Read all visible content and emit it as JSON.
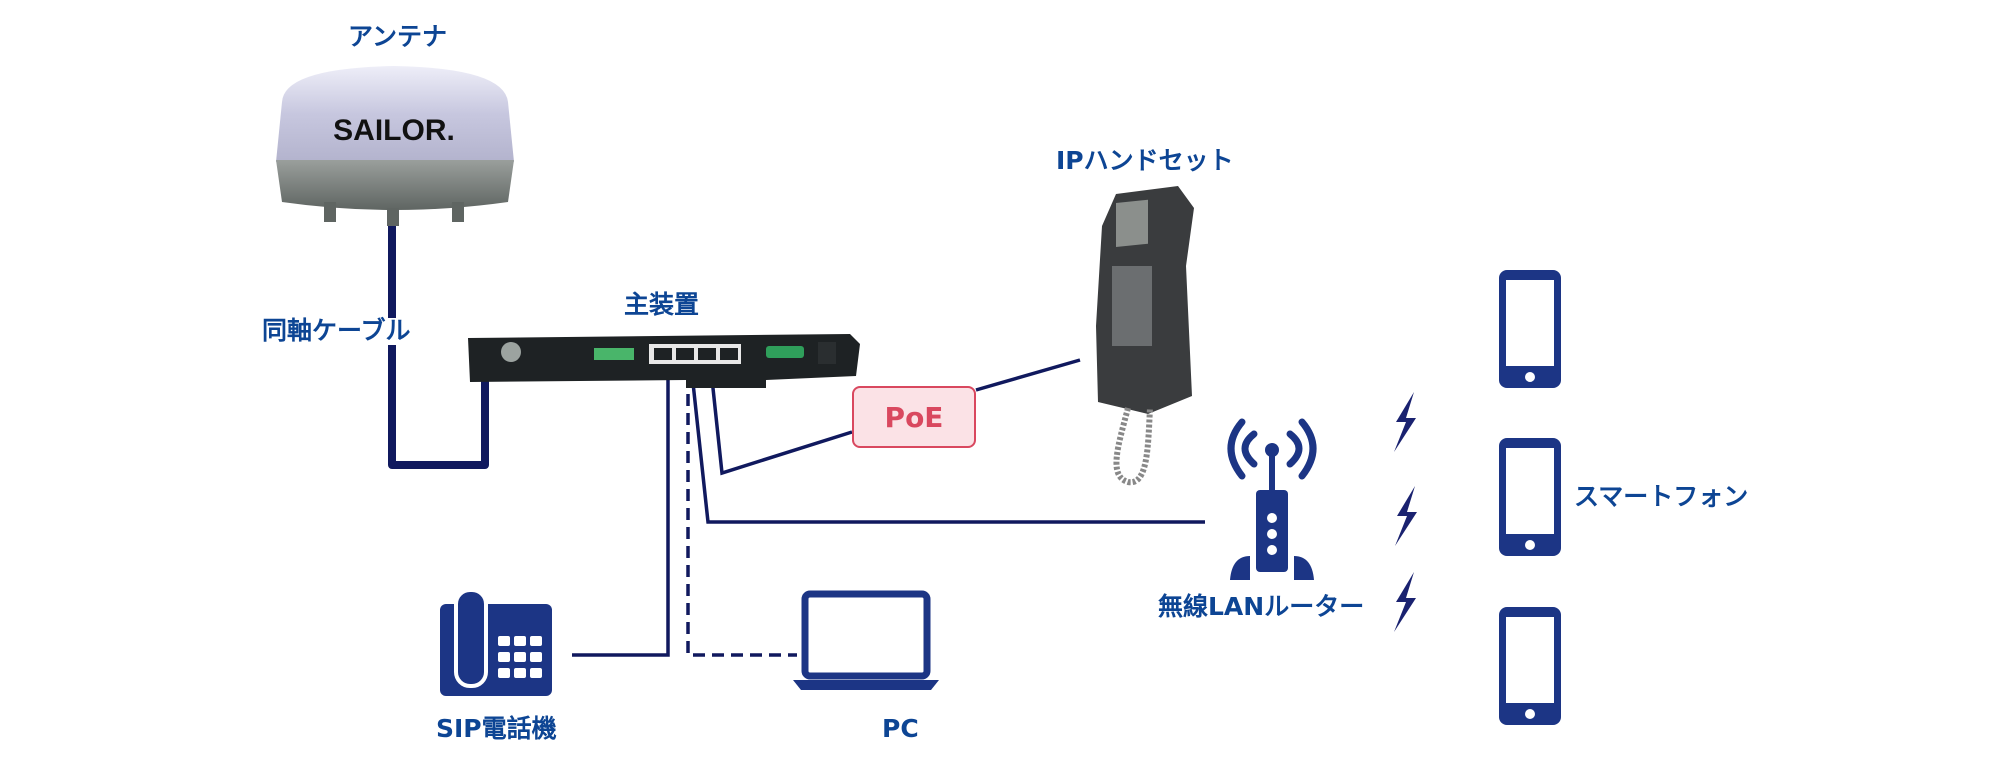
{
  "diagram": {
    "labels": {
      "antenna": "アンテナ",
      "coax_cable": "同軸ケーブル",
      "main_unit": "主装置",
      "ip_handset": "IPハンドセット",
      "poe": "PoE",
      "wifi_router": "無線LANルーター",
      "smartphone": "スマートフォン",
      "sip_phone": "SIP電話機",
      "pc": "PC"
    },
    "antenna_brand": "SAILOR.",
    "connections": [
      {
        "from": "antenna",
        "to": "main_unit",
        "type": "coax",
        "style": "solid"
      },
      {
        "from": "main_unit",
        "to": "ip_handset",
        "type": "ethernet",
        "style": "solid",
        "note": "PoE"
      },
      {
        "from": "main_unit",
        "to": "wifi_router",
        "type": "ethernet",
        "style": "solid"
      },
      {
        "from": "main_unit",
        "to": "sip_phone",
        "type": "ethernet",
        "style": "solid"
      },
      {
        "from": "main_unit",
        "to": "pc",
        "type": "ethernet",
        "style": "dashed"
      },
      {
        "from": "wifi_router",
        "to": "smartphone",
        "type": "wireless",
        "count": 3
      }
    ],
    "colors": {
      "label": "#0d4594",
      "icon": "#1c3585",
      "wire": "#10195e",
      "poe_text": "#d9485f",
      "poe_bg": "#fbe2e6"
    }
  }
}
